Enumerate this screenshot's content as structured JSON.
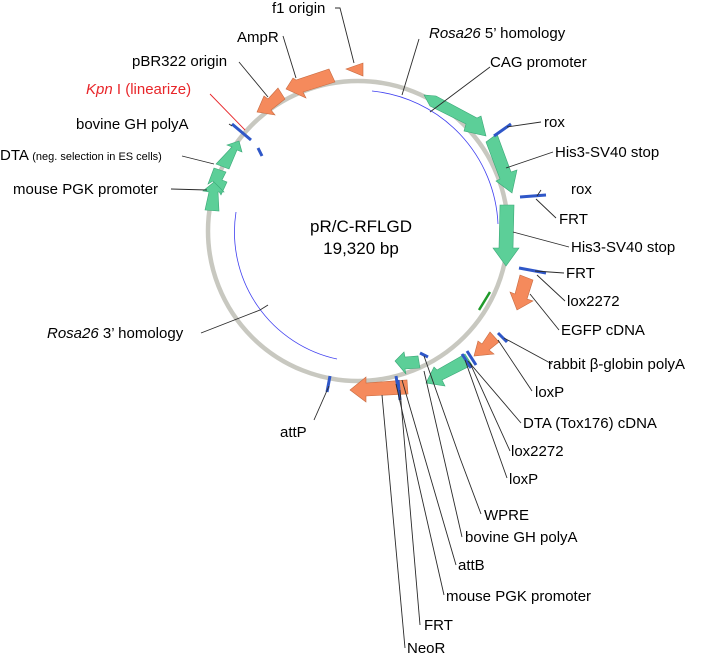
{
  "plasmid": {
    "name": "pR/C-RFLGD",
    "size": "19,320 bp"
  },
  "colors": {
    "backbone": "#c8c8c0",
    "green_feature": "#5ccf98",
    "orange_feature": "#f58a5c",
    "site_marker": "#2f57c8",
    "green_marker": "#1f9a2a",
    "homology_line": "#3f3ff0",
    "kpn_red": "#e8262a"
  },
  "labels": {
    "f1_origin": "f1 origin",
    "ampr": "AmpR",
    "pbr322_origin": "pBR322 origin",
    "kpn_italic": "Kpn",
    "kpn_rest": " I (linearize)",
    "bovine_gh_polya_top": "bovine GH polyA",
    "dta_main": "DTA",
    "dta_note": "(neg. selection in ES cells)",
    "mouse_pgk_promoter_left": "mouse PGK promoter",
    "rosa26_3_italic": "Rosa26",
    "rosa26_3_rest": " 3’ homology",
    "attp": "attP",
    "rosa26_5_italic": "Rosa26",
    "rosa26_5_rest": " 5’ homology",
    "cag_promoter": "CAG promoter",
    "rox_1": "rox",
    "his3_sv40_stop_1": "His3-SV40 stop",
    "rox_2": "rox",
    "frt_1": "FRT",
    "his3_sv40_stop_2": "His3-SV40 stop",
    "frt_2": "FRT",
    "lox2272_1": "lox2272",
    "egfp_cdna": "EGFP cDNA",
    "rabbit_globin_prefix": "rabbit ",
    "rabbit_globin_beta": "β",
    "rabbit_globin_suffix": "-globin polyA",
    "loxp_1": "loxP",
    "dta_tox176": "DTA (Tox176) cDNA",
    "lox2272_2": "lox2272",
    "loxp_2": "loxP",
    "wpre": "WPRE",
    "bovine_gh_polya_bottom": "bovine GH polyA",
    "attb": "attB",
    "mouse_pgk_promoter_bottom": "mouse PGK promoter",
    "frt_3": "FRT",
    "neor": "NeoR"
  }
}
